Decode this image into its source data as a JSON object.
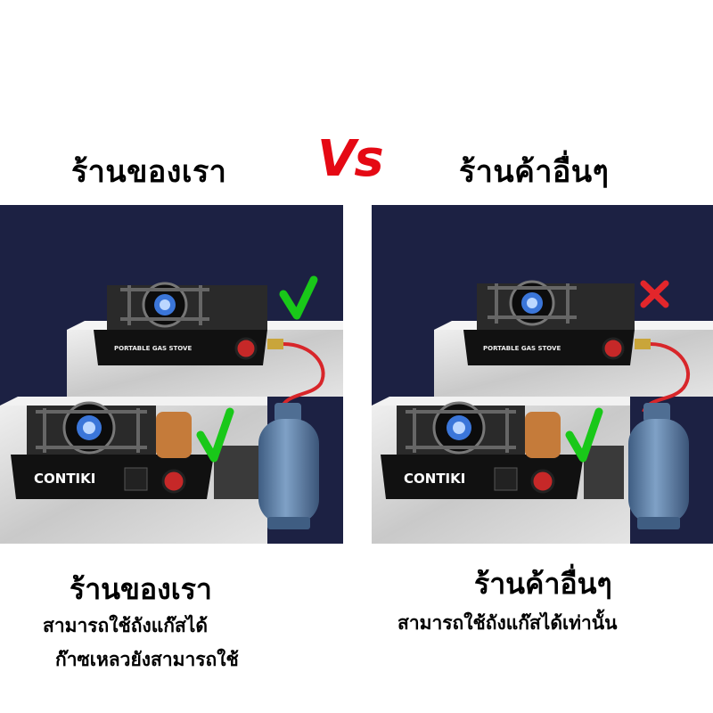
{
  "header": {
    "left_title": "ร้านของเรา",
    "vs_label": "Vs",
    "right_title": "ร้านค้าอื่นๆ",
    "vs_color": "#e50914"
  },
  "left_panel": {
    "stove_top_label": "PORTABLE GAS STOVE",
    "stove_bottom_brand": "CONTIKI",
    "top_mark": "check",
    "bottom_mark": "check"
  },
  "right_panel": {
    "stove_top_label": "PORTABLE GAS STOVE",
    "stove_bottom_brand": "CONTIKI",
    "top_mark": "cross",
    "bottom_mark": "check"
  },
  "captions": {
    "left_title": "ร้านของเรา",
    "left_line1": "สามารถใช้ถังแก๊สได้",
    "left_line2": "ก๊าซเหลวยังสามารถใช้",
    "right_title": "ร้านค้าอื่นๆ",
    "right_line1": "สามารถใช้ถังแก๊สได้เท่านั้น"
  },
  "colors": {
    "panel_dark": "#1c2143",
    "marble": "#d9d9d9",
    "check_green": "#19c819",
    "cross_red": "#e3262b",
    "hose_red": "#d8262a",
    "tank_blue": "#5c7fa6"
  }
}
